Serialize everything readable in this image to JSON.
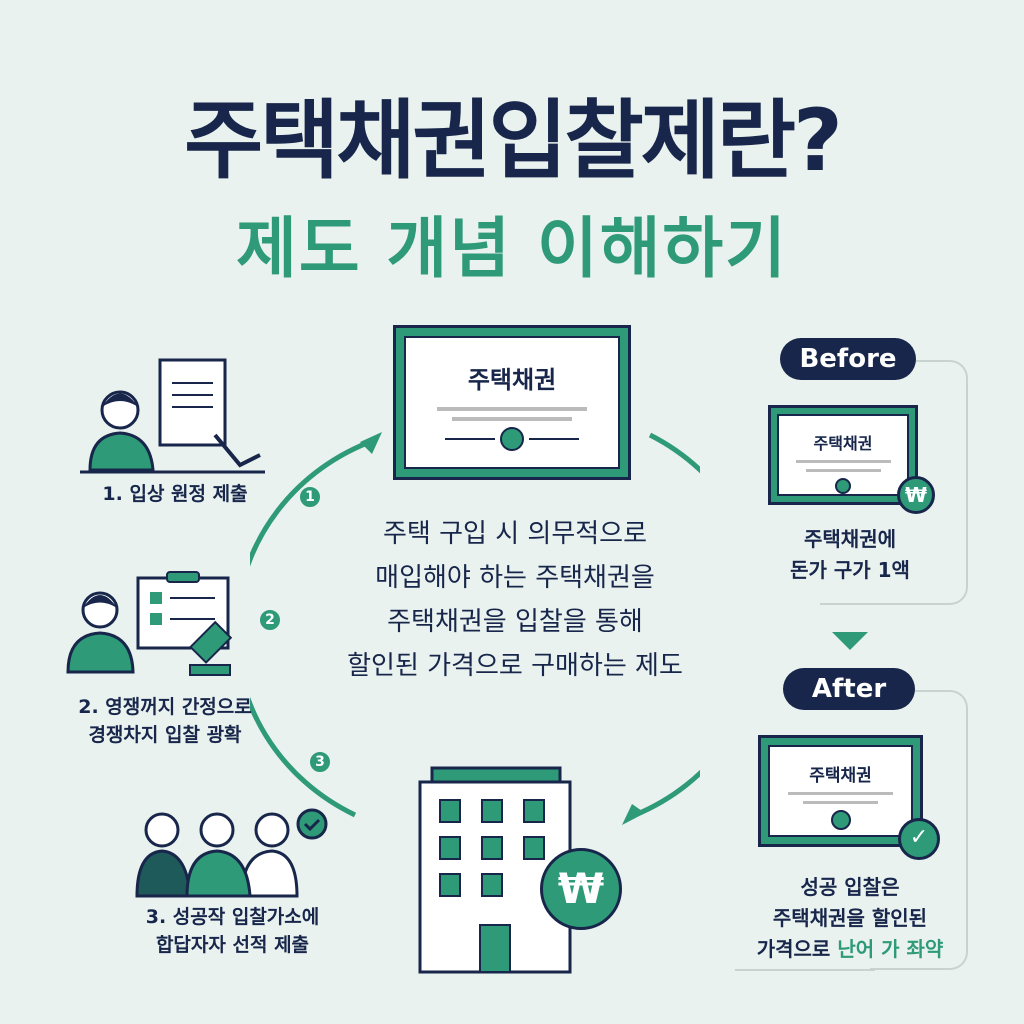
{
  "title": "주택채권입찰제란?",
  "subtitle": "제도 개념 이해하기",
  "center_cert": {
    "title": "주택채권"
  },
  "center_text": [
    "주택 구입 시 의무적으로",
    "매입해야 하는 주택채권을",
    "주택채권을 입찰을 통해",
    "할인된 가격으로 구매하는 제도"
  ],
  "steps": [
    {
      "num": "1",
      "lines": [
        "1. 입상 원정 제출"
      ]
    },
    {
      "num": "2",
      "lines": [
        "2. 영쟁꺼지 간정으로",
        "경쟁차지 입찰 광확"
      ]
    },
    {
      "num": "3",
      "lines": [
        "3. 성공작 입찰가소에",
        "합답자자 선적 제출"
      ]
    }
  ],
  "before": {
    "label": "Before",
    "cert_title": "주택채권",
    "coin": "₩",
    "lines": [
      "주택채권에",
      "돈가 구가 1액"
    ]
  },
  "after": {
    "label": "After",
    "cert_title": "주택채권",
    "lines": [
      "성공 입찰은",
      "주택채권을 할인된"
    ],
    "line3_plain": "가격으로 ",
    "line3_green": "난어 가 좌약"
  },
  "building_coin": "₩",
  "colors": {
    "navy": "#17264a",
    "green": "#2e9a78",
    "background": "#e9f2ef"
  }
}
